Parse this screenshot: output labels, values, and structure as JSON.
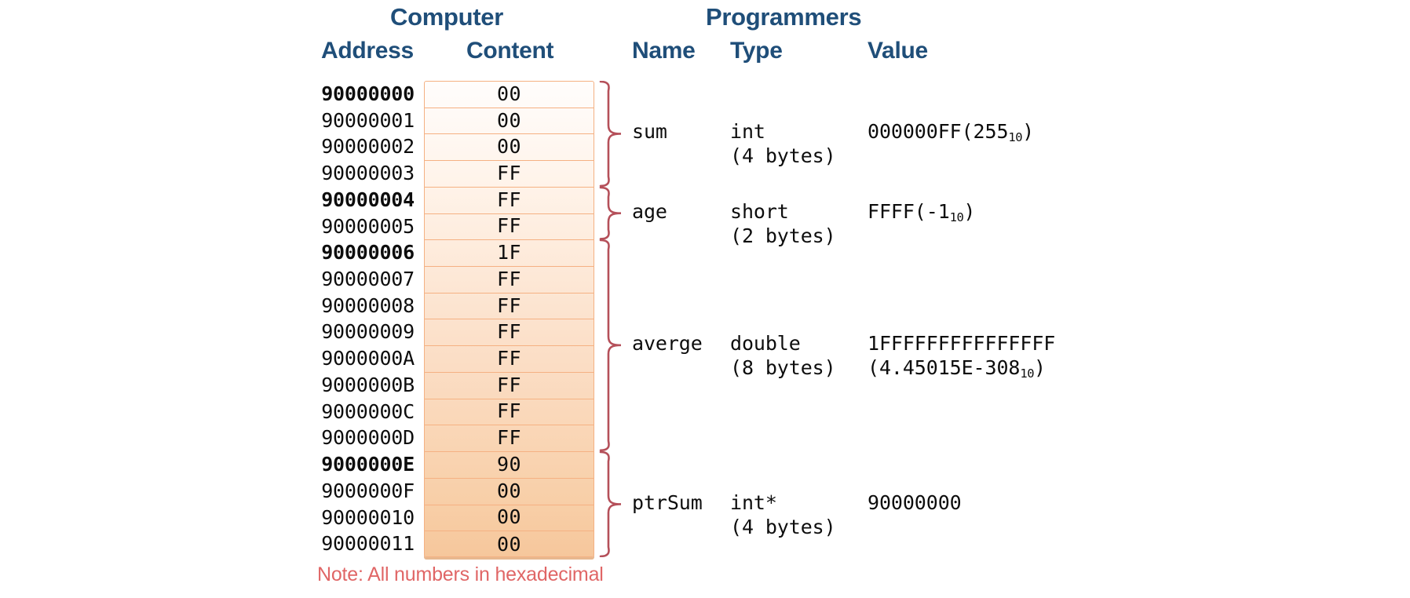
{
  "headers": {
    "computer": "Computer",
    "programmers": "Programmers",
    "address": "Address",
    "content": "Content",
    "name": "Name",
    "type": "Type",
    "value": "Value"
  },
  "colors": {
    "header_blue": "#1F4E79",
    "table_border": "#F4B183",
    "brace": "#B5505A",
    "note_red": "#E06666"
  },
  "memory": {
    "rows": [
      {
        "address": "90000000",
        "content": "00",
        "start": true
      },
      {
        "address": "90000001",
        "content": "00",
        "start": false
      },
      {
        "address": "90000002",
        "content": "00",
        "start": false
      },
      {
        "address": "90000003",
        "content": "FF",
        "start": false
      },
      {
        "address": "90000004",
        "content": "FF",
        "start": true
      },
      {
        "address": "90000005",
        "content": "FF",
        "start": false
      },
      {
        "address": "90000006",
        "content": "1F",
        "start": true
      },
      {
        "address": "90000007",
        "content": "FF",
        "start": false
      },
      {
        "address": "90000008",
        "content": "FF",
        "start": false
      },
      {
        "address": "90000009",
        "content": "FF",
        "start": false
      },
      {
        "address": "9000000A",
        "content": "FF",
        "start": false
      },
      {
        "address": "9000000B",
        "content": "FF",
        "start": false
      },
      {
        "address": "9000000C",
        "content": "FF",
        "start": false
      },
      {
        "address": "9000000D",
        "content": "FF",
        "start": false
      },
      {
        "address": "9000000E",
        "content": "90",
        "start": true
      },
      {
        "address": "9000000F",
        "content": "00",
        "start": false
      },
      {
        "address": "90000010",
        "content": "00",
        "start": false
      },
      {
        "address": "90000011",
        "content": "00",
        "start": false
      }
    ]
  },
  "variables": [
    {
      "name": "sum",
      "type": "int",
      "bytes": "(4 bytes)",
      "value_hex": "000000FF(255",
      "value_sub": "10",
      "value_tail": ")",
      "value2_hex": "",
      "value2_sub": "",
      "value2_tail": "",
      "row_start": 0,
      "row_end": 3
    },
    {
      "name": "age",
      "type": "short",
      "bytes": "(2 bytes)",
      "value_hex": "FFFF(-1",
      "value_sub": "10",
      "value_tail": ")",
      "value2_hex": "",
      "value2_sub": "",
      "value2_tail": "",
      "row_start": 4,
      "row_end": 5
    },
    {
      "name": "averge",
      "type": "double",
      "bytes": "(8 bytes)",
      "value_hex": "1FFFFFFFFFFFFFFF",
      "value_sub": "",
      "value_tail": "",
      "value2_hex": "(4.45015E-308",
      "value2_sub": "10",
      "value2_tail": ")",
      "row_start": 6,
      "row_end": 13
    },
    {
      "name": "ptrSum",
      "type": "int*",
      "bytes": "(4 bytes)",
      "value_hex": "90000000",
      "value_sub": "",
      "value_tail": "",
      "value2_hex": "",
      "value2_sub": "",
      "value2_tail": "",
      "row_start": 14,
      "row_end": 17
    }
  ],
  "note": "Note: All numbers in hexadecimal"
}
